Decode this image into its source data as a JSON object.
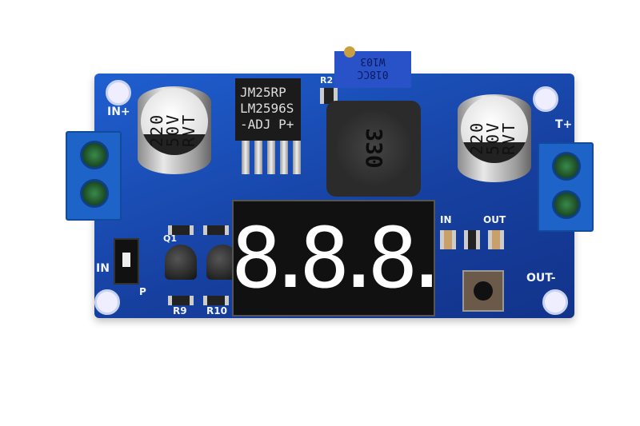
{
  "board": {
    "color": "#1a4fc0",
    "labels": {
      "in_plus": "IN+",
      "in_minus": "IN",
      "out_plus": "T+",
      "out_minus": "OUT-",
      "q1": "Q1",
      "r2": "R2",
      "r9": "R9",
      "r10": "R10",
      "p": "P",
      "led_in": "IN",
      "led_out": "OUT"
    }
  },
  "capacitor_left": {
    "line1": "220",
    "line2": "50V",
    "line3": "RVT"
  },
  "capacitor_right": {
    "line1": "220",
    "line2": "50V",
    "line3": "RVT"
  },
  "regulator_ic": {
    "line1": "JM25RP",
    "line2": "LM2596S",
    "line3": "-ADJ  P+"
  },
  "potentiometer": {
    "line1": "W103",
    "line2": "018CC"
  },
  "inductor": {
    "label": "330"
  },
  "display": {
    "digits": "8.8.8.",
    "segment_color": "#ffffff",
    "body_color": "#111111"
  }
}
